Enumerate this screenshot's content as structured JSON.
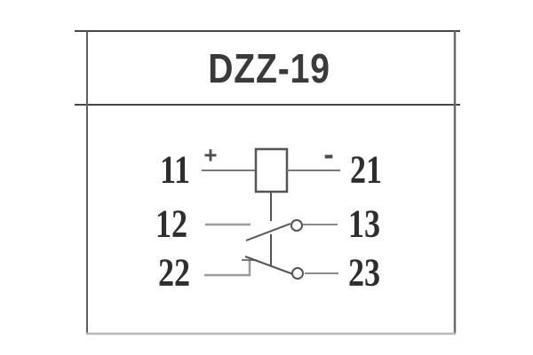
{
  "panel": {
    "title": "DZZ-19",
    "type_label_meaning": "relay-model-number"
  },
  "diagram": {
    "terminals": {
      "t11": "11",
      "t21": "21",
      "t12": "12",
      "t13": "13",
      "t22": "22",
      "t23": "23"
    },
    "polarity": {
      "plus": "+",
      "minus": "-"
    },
    "colors": {
      "background": "#ffffff",
      "border_dark": "#474747",
      "border_side": "#5f5f5f",
      "border_bottom_light": "#b8b8b8",
      "symbol_stroke": "#555555",
      "lead_line": "#7a7a7a",
      "lead_line_light": "#9a9a9a",
      "text": "#2e2e2e",
      "title_text": "#3a3a3a"
    }
  }
}
